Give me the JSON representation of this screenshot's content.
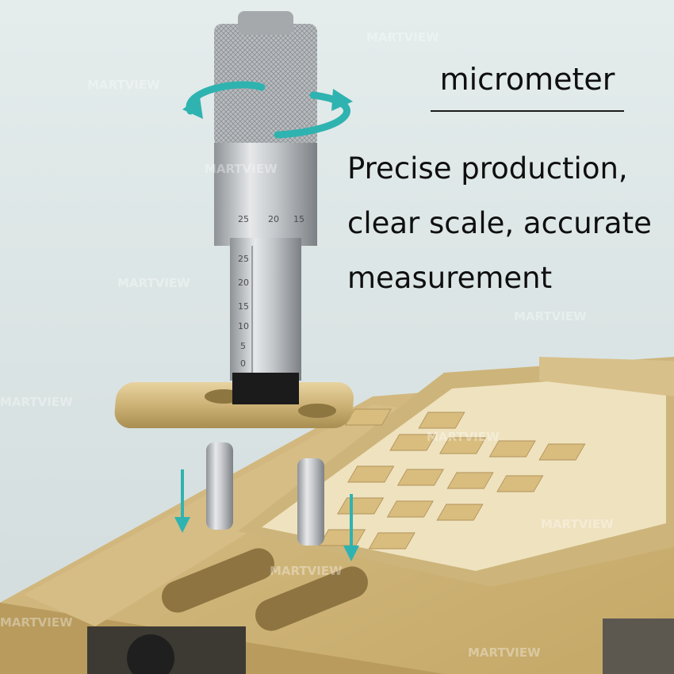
{
  "heading": "micrometer",
  "description": {
    "line1": "Precise production,",
    "line2": "clear scale, accurate",
    "line3": "measurement"
  },
  "thimble_scale_labels": [
    "25",
    "20",
    "15"
  ],
  "sleeve_scale_labels": [
    "25",
    "20",
    "15",
    "10",
    "5",
    "0"
  ],
  "watermark": "MARTVIEW",
  "colors": {
    "background": "#dde6e6",
    "arrow_teal": "#2fb3b0",
    "brass": "#c7ad6f",
    "steel": "#b9bcbf"
  }
}
